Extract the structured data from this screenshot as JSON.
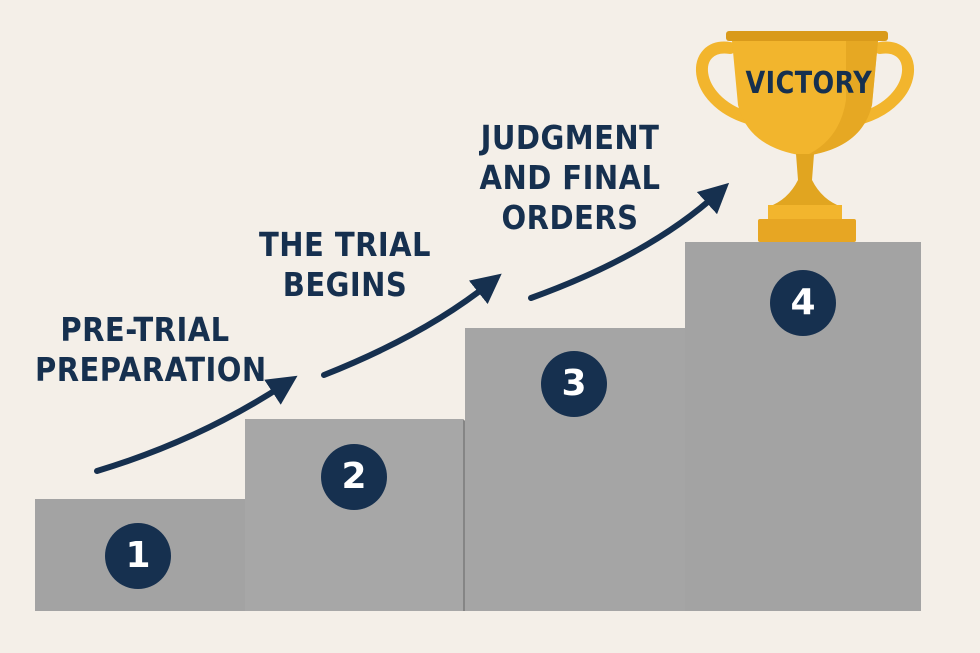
{
  "steps": [
    {
      "number": "1",
      "label_lines": [
        "PRE-TRIAL",
        "PREPARATION"
      ]
    },
    {
      "number": "2",
      "label_lines": [
        "THE TRIAL",
        "BEGINS"
      ]
    },
    {
      "number": "3",
      "label_lines": [
        "JUDGMENT",
        "AND FINAL",
        "ORDERS"
      ]
    },
    {
      "number": "4"
    }
  ],
  "trophy": {
    "label": "VICTORY"
  },
  "colors": {
    "background": "#f4efe8",
    "step_front": "#a3a3a3",
    "step_side": "#858585",
    "badge": "#16304f",
    "text": "#16304f",
    "trophy_gold": "#f2b52d",
    "trophy_dark_gold": "#d99a1b"
  }
}
